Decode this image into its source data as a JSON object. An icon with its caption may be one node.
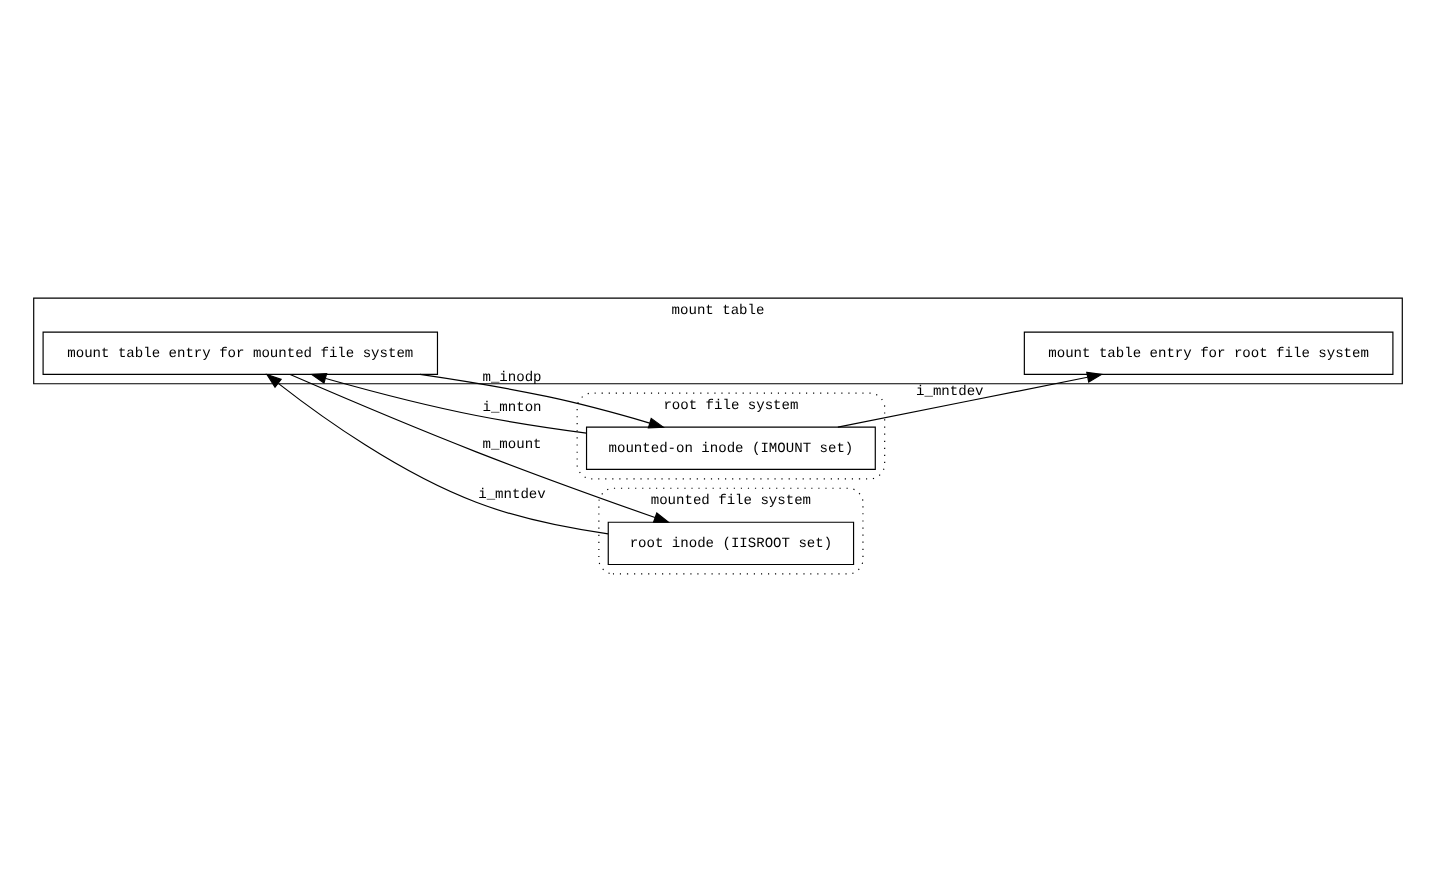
{
  "diagram": {
    "nodes": [
      {
        "text": [
          "mount table"
        ]
      },
      {
        "text": [
          "mount table entry for root file system"
        ],
        "in": 0
      },
      {
        "text": [
          "mount table entry for mounted file system"
        ],
        "in": 0
      },
      {
        "text": [
          "root file system"
        ]
      },
      {
        "text": [
          "mounted-on inode (IMOUNT set)"
        ],
        "in": 3
      },
      {
        "text": [
          "mounted file system"
        ]
      },
      {
        "text": [
          "root inode (IISROOT set)"
        ],
        "in": 5
      }
    ],
    "edges": [
      {
        "from": 4,
        "to": 1,
        "arrow": "to",
        "label": "i_mntdev"
      },
      {
        "from": 4,
        "to": 2,
        "arrow": "to",
        "label": "i_mnton"
      },
      {
        "from": 2,
        "to": 4,
        "arrow": "to",
        "label": "m_inodp"
      },
      {
        "from": 2,
        "to": 6,
        "arrow": "to",
        "label": "m_mount"
      },
      {
        "from": 6,
        "to": 2,
        "arrow": "to",
        "label": "i_mntdev"
      }
    ]
  }
}
